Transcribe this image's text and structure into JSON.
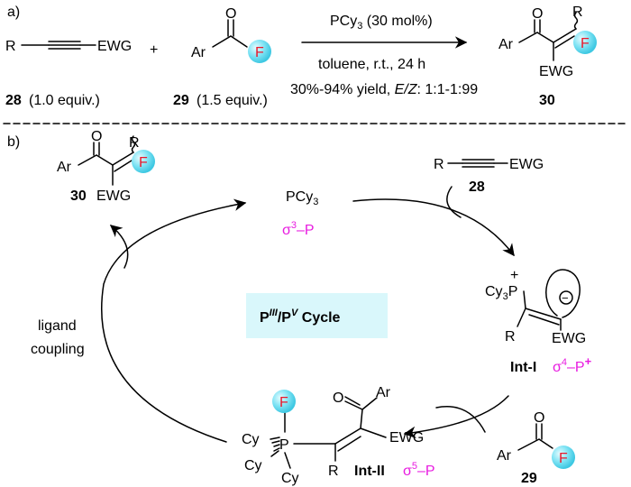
{
  "panel_a": {
    "label": "a)",
    "alkyne": {
      "left": "R",
      "right": "EWG",
      "number": "28",
      "equiv": "(1.0 equiv.)"
    },
    "plus": "+",
    "acyl_fluoride": {
      "o": "O",
      "ar": "Ar",
      "f": "F",
      "number": "29",
      "equiv": "(1.5 equiv.)"
    },
    "conditions": {
      "catalyst_a": "PCy",
      "catalyst_sub": "3",
      "catalyst_b": " (30 mol%)",
      "solvent": "toluene, r.t., 24 h",
      "yield": "30%-94% yield, ",
      "ez_label": "E/Z",
      "ez_ratio": ": 1:1-1:99"
    },
    "product": {
      "o": "O",
      "ar": "Ar",
      "r": "R",
      "f": "F",
      "ewg": "EWG",
      "number": "30"
    }
  },
  "panel_b": {
    "label": "b)",
    "catalyst": {
      "name_a": "PCy",
      "name_sub": "3",
      "sigma": "σ",
      "sigma_sup": "3",
      "sigma_tail": "–P"
    },
    "alkyne": {
      "left": "R",
      "right": "EWG",
      "number": "28"
    },
    "product": {
      "o": "O",
      "ar": "Ar",
      "r": "R",
      "f": "F",
      "ewg": "EWG",
      "number": "30"
    },
    "int1": {
      "plus": "+",
      "cy3p_a": "Cy",
      "cy3p_sub": "3",
      "cy3p_b": "P",
      "minus": "−",
      "r": "R",
      "ewg": "EWG",
      "name": "Int-I",
      "sigma": "σ",
      "sigma_sup": "4",
      "sigma_tail": "–P",
      "sigma_charge": "+"
    },
    "int2": {
      "f": "F",
      "p": "P",
      "cy": "Cy",
      "o": "O",
      "ar": "Ar",
      "ewg": "EWG",
      "r": "R",
      "name": "Int-II",
      "sigma": "σ",
      "sigma_sup": "5",
      "sigma_tail": "–P"
    },
    "acyl_fluoride": {
      "o": "O",
      "ar": "Ar",
      "f": "F",
      "number": "29"
    },
    "cycle": {
      "p_a": "P",
      "p_sup_a": "III",
      "slash": "/P",
      "p_sup_b": "V",
      "tail": " Cycle"
    },
    "ligand_coupling": [
      "ligand",
      "coupling"
    ]
  },
  "colors": {
    "fluorine_text": "#e8192c",
    "fluorine_ball": "#7fe3f4",
    "sigma": "#e81ce0",
    "cycle_box": "#d9f7fb",
    "ink": "#000000"
  }
}
